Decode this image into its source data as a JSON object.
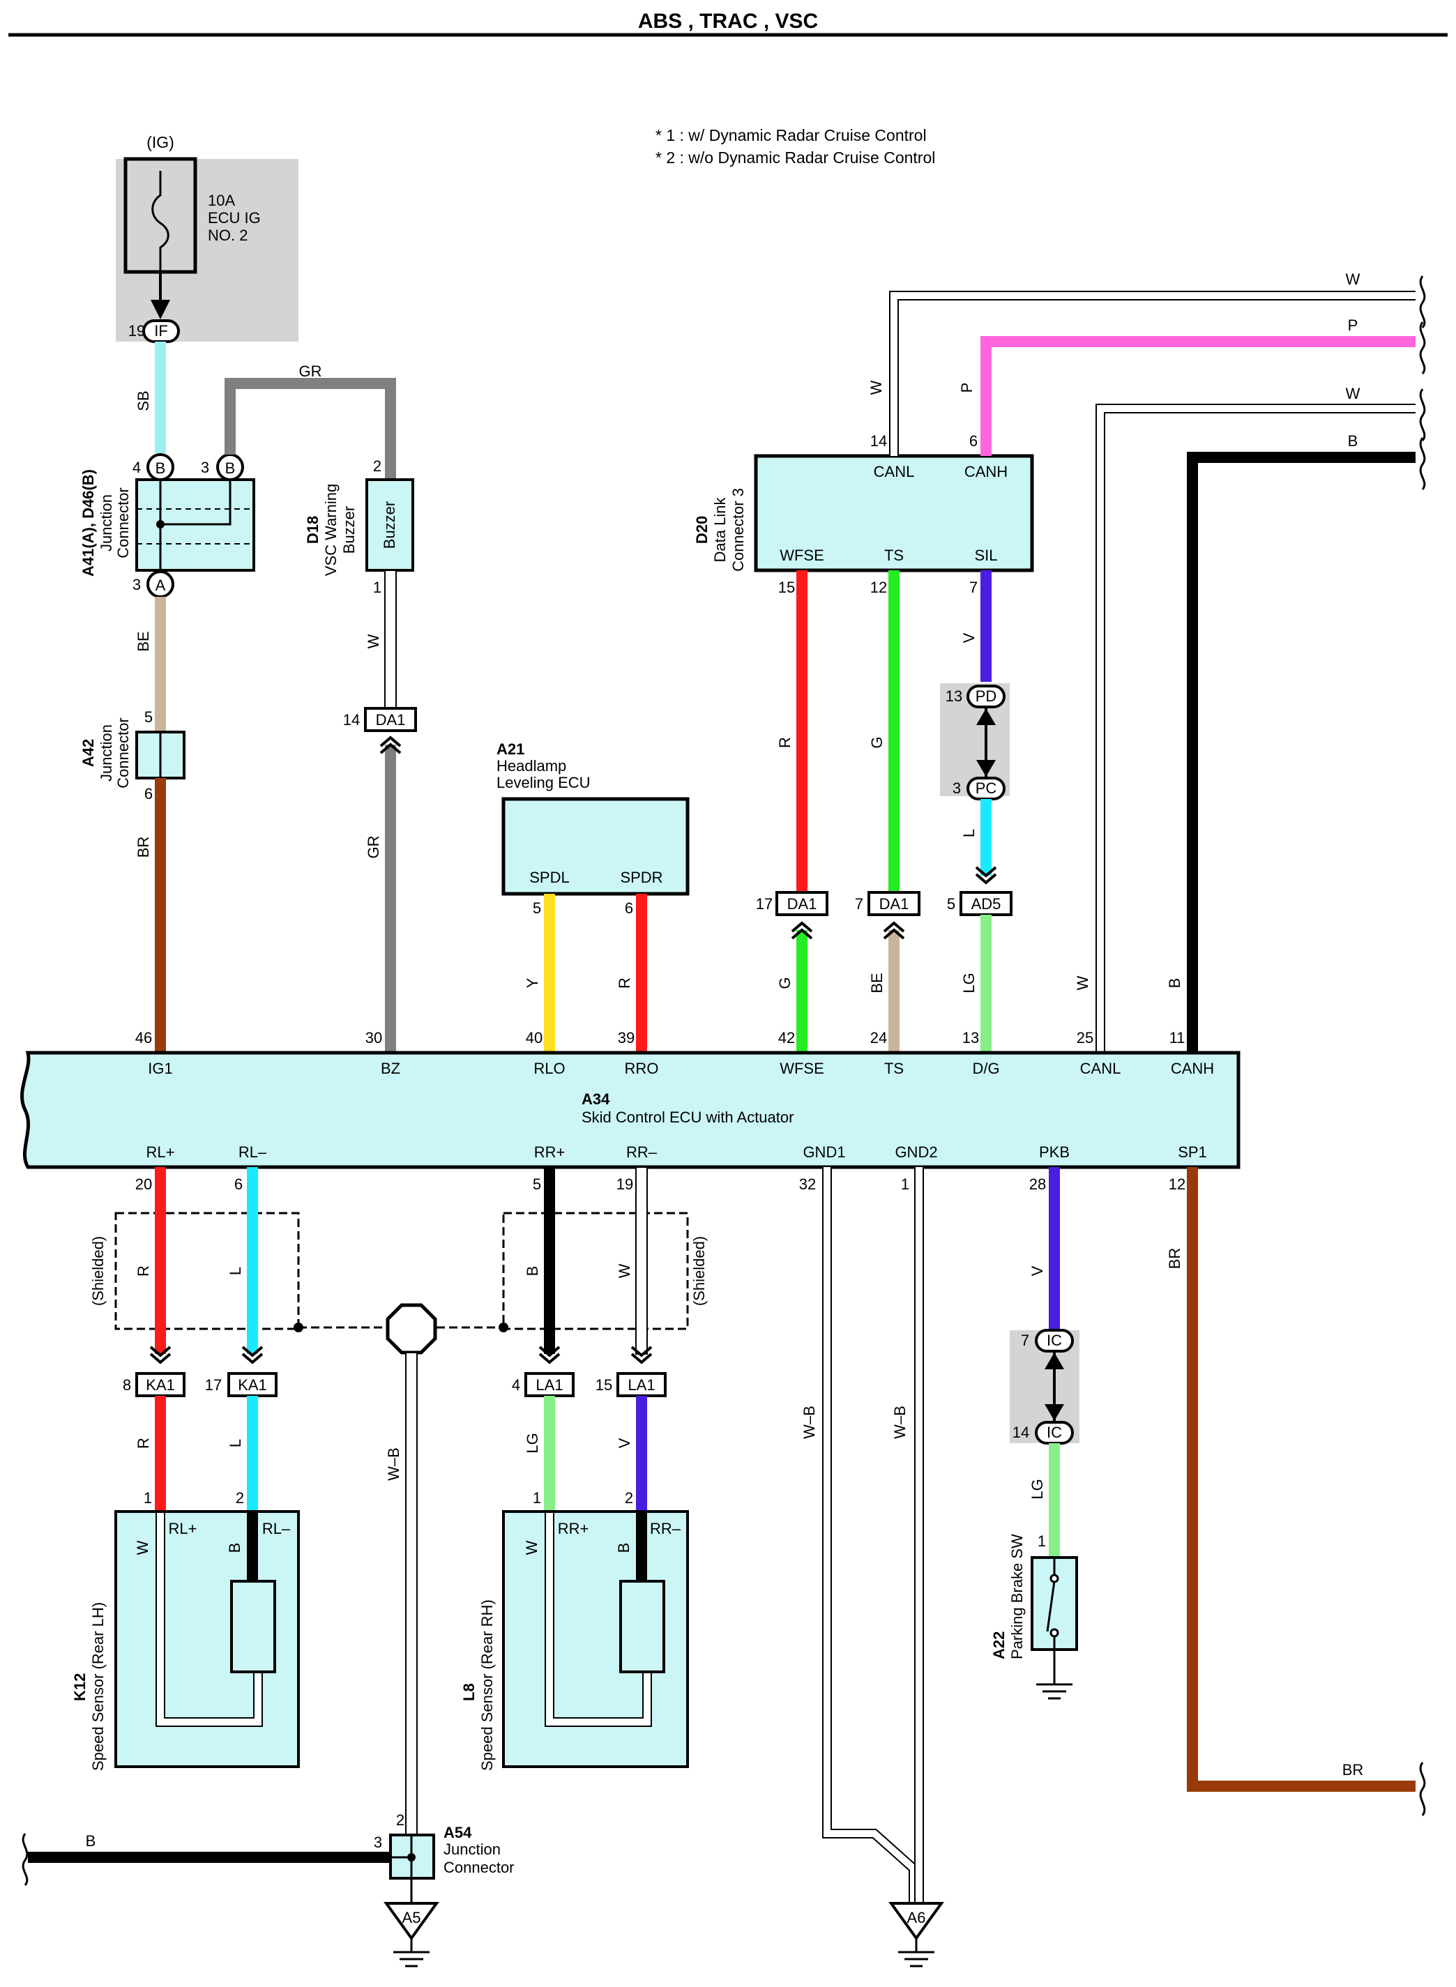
{
  "header": {
    "title": "ABS , TRAC , VSC"
  },
  "notes": [
    "* 1 : w/ Dynamic Radar Cruise Control",
    "* 2 : w/o Dynamic Radar Cruise Control"
  ],
  "fuse": {
    "source": "(IG)",
    "rating": "10A",
    "name1": "ECU IG",
    "name2": "NO. 2",
    "pin": "19",
    "connector": "IF"
  },
  "junction_a41": {
    "id": "A41(A), D46(B)",
    "name1": "Junction",
    "name2": "Connector",
    "pin4": "4",
    "pin3top": "3",
    "pin3bot": "3",
    "lblB": "B",
    "lblA": "A"
  },
  "junction_a42": {
    "id": "A42",
    "name1": "Junction",
    "name2": "Connector",
    "pin5": "5",
    "pin6": "6"
  },
  "buzzer": {
    "id": "D18",
    "name1": "VSC Warning",
    "name2": "Buzzer",
    "label": "Buzzer",
    "pin2": "2",
    "pin1": "1",
    "da_pin": "14",
    "da": "DA1"
  },
  "headlamp": {
    "id": "A21",
    "name1": "Headlamp",
    "name2": "Leveling ECU",
    "t1": "SPDL",
    "t2": "SPDR",
    "p1": "5",
    "p2": "6"
  },
  "dlc": {
    "id": "D20",
    "name1": "Data Link",
    "name2": "Connector 3",
    "canl": "CANL",
    "canh": "CANH",
    "canl_pin": "14",
    "canh_pin": "6",
    "wfse": "WFSE",
    "ts": "TS",
    "sil": "SIL",
    "wfse_pin": "15",
    "ts_pin": "12",
    "sil_pin": "7"
  },
  "inline": {
    "pd_pin": "13",
    "pd": "PD",
    "pc_pin": "3",
    "pc": "PC",
    "da17_pin": "17",
    "da7_pin": "7",
    "da": "DA1",
    "ad5_pin": "5",
    "ad5": "AD5",
    "ic7_pin": "7",
    "ic14_pin": "14",
    "ic": "IC"
  },
  "ecu": {
    "id": "A34",
    "name": "Skid Control ECU with Actuator",
    "top": [
      {
        "pin": "46",
        "term": "IG1"
      },
      {
        "pin": "30",
        "term": "BZ"
      },
      {
        "pin": "40",
        "term": "RLO"
      },
      {
        "pin": "39",
        "term": "RRO"
      },
      {
        "pin": "42",
        "term": "WFSE"
      },
      {
        "pin": "24",
        "term": "TS"
      },
      {
        "pin": "13",
        "term": "D/G"
      },
      {
        "pin": "25",
        "term": "CANL"
      },
      {
        "pin": "11",
        "term": "CANH"
      }
    ],
    "bottom": [
      {
        "pin": "20",
        "term": "RL+"
      },
      {
        "pin": "6",
        "term": "RL–"
      },
      {
        "pin": "5",
        "term": "RR+"
      },
      {
        "pin": "19",
        "term": "RR–"
      },
      {
        "pin": "32",
        "term": "GND1"
      },
      {
        "pin": "1",
        "term": "GND2"
      },
      {
        "pin": "28",
        "term": "PKB"
      },
      {
        "pin": "12",
        "term": "SP1"
      }
    ]
  },
  "wires": {
    "sb": "SB",
    "gr": "GR",
    "be": "BE",
    "br": "BR",
    "w": "W",
    "p": "P",
    "b": "B",
    "r": "R",
    "g": "G",
    "v": "V",
    "l": "L",
    "y": "Y",
    "lg": "LG",
    "wb": "W–B"
  },
  "shield": "(Shielded)",
  "ka": {
    "c": "KA1",
    "p8": "8",
    "p17": "17"
  },
  "la": {
    "c": "LA1",
    "p4": "4",
    "p15": "15"
  },
  "sensor_lh": {
    "id": "K12",
    "name": "Speed Sensor (Rear LH)",
    "plus": "RL+",
    "minus": "RL–",
    "p1": "1",
    "p2": "2"
  },
  "sensor_rh": {
    "id": "L8",
    "name": "Speed Sensor (Rear RH)",
    "plus": "RR+",
    "minus": "RR–",
    "p1": "1",
    "p2": "2"
  },
  "parking": {
    "id": "A22",
    "name": "Parking Brake SW",
    "pin": "1"
  },
  "a54": {
    "id": "A54",
    "name1": "Junction",
    "name2": "Connector",
    "p2": "2",
    "p3": "3"
  },
  "grounds": {
    "a5": "A5",
    "a6": "A6"
  },
  "colors": {
    "sb": "#9ef0f0",
    "gr": "#808080",
    "be": "#c8b49a",
    "br": "#9a3a0a",
    "w": "#ffffff",
    "p": "#ff66dd",
    "b": "#000000",
    "r": "#ff1a1a",
    "g": "#22ee22",
    "v": "#4a1ee0",
    "l": "#1aeaff",
    "y": "#ffe020",
    "lg": "#88ee88",
    "box": "#ccf6f6",
    "gray": "#d4d4d4"
  }
}
